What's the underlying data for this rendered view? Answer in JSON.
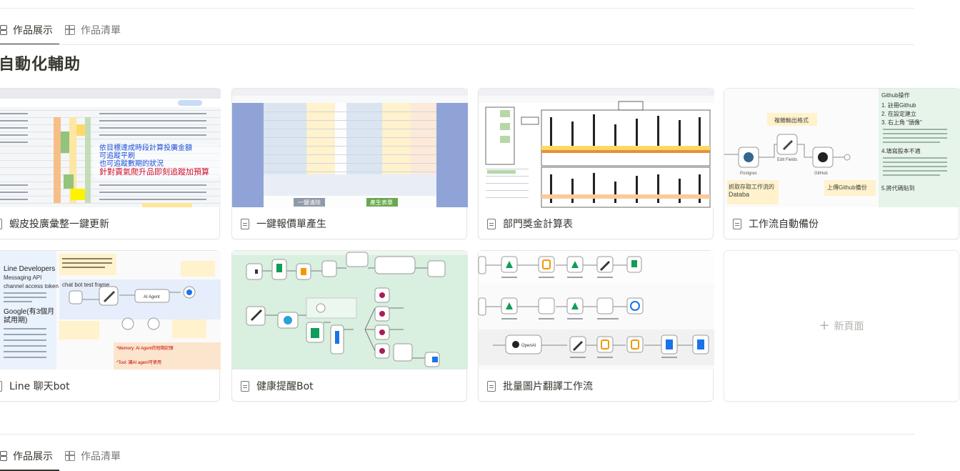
{
  "tabs": {
    "gallery_label": "作品展示",
    "list_label": "作品清單"
  },
  "section": {
    "title": "自動化輔助"
  },
  "cards": [
    {
      "title": "蝦皮投廣彙整一鍵更新",
      "thumb_text": [
        "依目標達成時段計算投廣金額",
        "可追蹤平刷",
        "也可追蹤數期的狀況",
        "針對賣氣爬升品即刻追蹤加預算"
      ]
    },
    {
      "title": "一鍵報價單產生",
      "thumb_text": [
        "一鍵清除",
        "產生表單"
      ]
    },
    {
      "title": "部門獎金計算表",
      "thumb_text": []
    },
    {
      "title": "工作流自動備份",
      "thumb_text": [
        "複雜輸出格式",
        "Postgres",
        "Edit Fields",
        "GitHub",
        "抓取存取工作流的",
        "Databa",
        "上傳Github備份",
        "Github操作",
        "1. 註冊Github",
        "2. 在設定建立",
        "3. 右上角 \"頭像\"",
        "4.填寫股本不適",
        "5.將代碼貼到"
      ]
    },
    {
      "title": "Line 聊天bot",
      "thumb_text": [
        "Line Developers",
        "Messaging API",
        "channel access token",
        "Google(有3個月",
        "試用期)",
        "chat bot test frame",
        "AI Agent",
        "*Memory: AI Agent的短期記憶",
        "*Tool: 讓AI agent可使用"
      ]
    },
    {
      "title": "健康提醒Bot",
      "thumb_text": []
    },
    {
      "title": "批量圖片翻譯工作流",
      "thumb_text": [
        "OpenAI"
      ]
    }
  ],
  "new_page": {
    "label": "新頁面"
  },
  "colors": {
    "accent": "#37352f",
    "border": "#e9e9e7",
    "muted": "#787774",
    "new_page_text": "#b3b2ae"
  }
}
